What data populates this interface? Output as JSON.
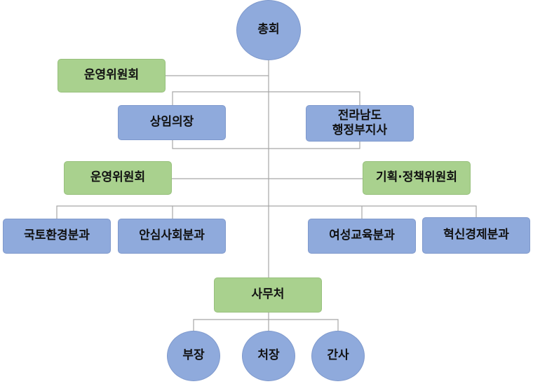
{
  "colors": {
    "blue": "#8faadc",
    "green": "#a9d18e",
    "line": "#a6a6a6"
  },
  "org_chart": {
    "general_assembly": "총회",
    "steering_committee_top": "운영위원회",
    "chair": "상임의장",
    "vice_governor": "전라남도\n행정부지사",
    "steering_committee": "운영위원회",
    "planning_committee": "기획·정책위원회",
    "divisions": [
      "국토환경분과",
      "안심사회분과",
      "여성교육분과",
      "혁신경제분과"
    ],
    "secretariat": "사무처",
    "staff": [
      "부장",
      "처장",
      "간사"
    ]
  }
}
